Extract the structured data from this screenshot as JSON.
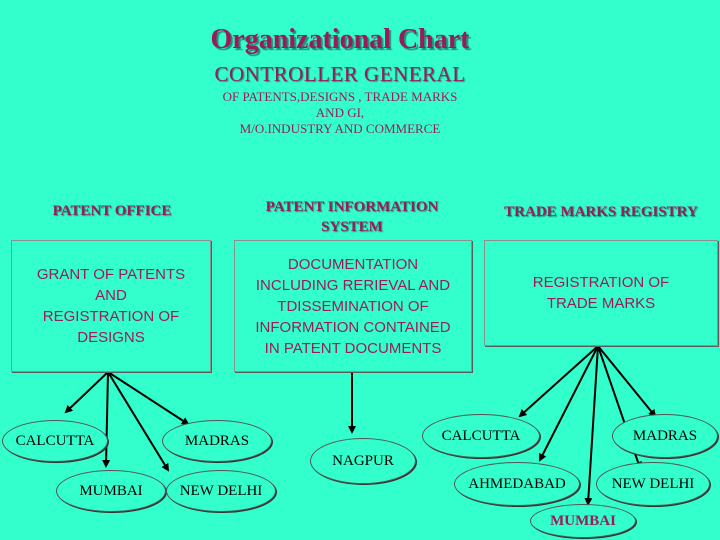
{
  "title": "Organizational Chart",
  "subtitle": "CONTROLLER GENERAL",
  "description": [
    "OF PATENTS,DESIGNS , TRADE MARKS",
    "AND GI,",
    "M/O.INDUSTRY AND COMMERCE"
  ],
  "departments": [
    {
      "heading": [
        "PATENT OFFICE"
      ],
      "function": [
        "GRANT OF PATENTS",
        "AND",
        "REGISTRATION OF",
        "DESIGNS"
      ],
      "branches": [
        "CALCUTTA",
        "MUMBAI",
        "MADRAS",
        "NEW DELHI"
      ]
    },
    {
      "heading": [
        "PATENT INFORMATION",
        "SYSTEM"
      ],
      "function": [
        "DOCUMENTATION",
        "INCLUDING RERIEVAL AND",
        "TDISSEMINATION OF",
        "INFORMATION CONTAINED",
        "IN PATENT DOCUMENTS"
      ],
      "branches": [
        "NAGPUR"
      ]
    },
    {
      "heading": [
        "TRADE MARKS REGISTRY"
      ],
      "function": [
        "REGISTRATION OF",
        "TRADE MARKS"
      ],
      "branches": [
        "CALCUTTA",
        "AHMEDABAD",
        "MADRAS",
        "NEW DELHI",
        "MUMBAI"
      ]
    }
  ],
  "colors": {
    "background": "#33ffcc",
    "maroon": "#9b1b5a",
    "box_border": "#8f8f8f"
  }
}
